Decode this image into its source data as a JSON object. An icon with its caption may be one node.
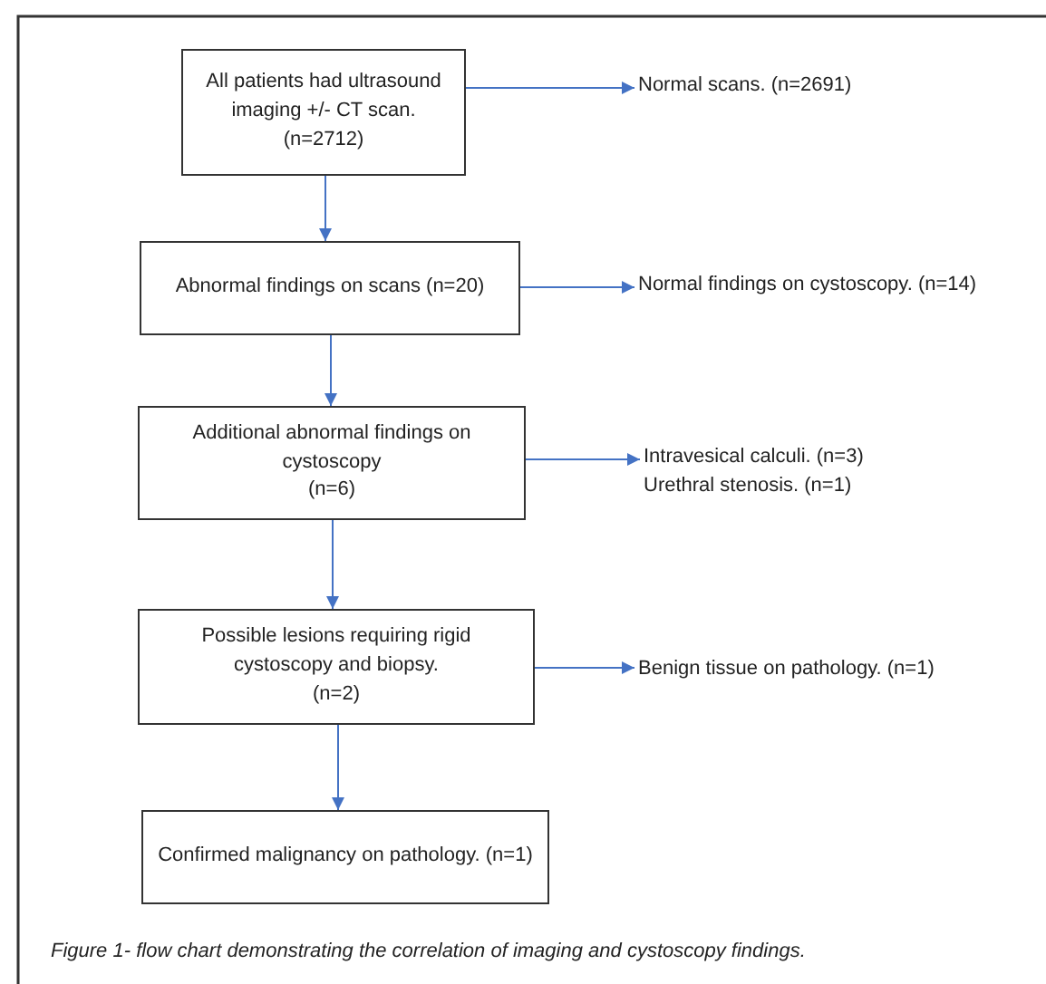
{
  "diagram": {
    "caption": "Figure 1- flow chart demonstrating the correlation of imaging and cystoscopy findings.",
    "nodes": [
      {
        "text": [
          "All patients had ultrasound imaging +/- CT scan. (n=2712)"
        ]
      },
      {
        "text": [
          "Abnormal findings on scans (n=20)"
        ]
      },
      {
        "text": [
          "Additional abnormal findings on cystoscopy",
          "(n=6)"
        ]
      },
      {
        "text": [
          "Possible lesions requiring rigid cystoscopy and biopsy.",
          "(n=2)"
        ]
      },
      {
        "text": [
          "Confirmed malignancy on pathology.  (n=1)"
        ]
      },
      {
        "text": [
          "Normal scans. (n=2691)"
        ]
      },
      {
        "text": [
          "Normal findings on cystoscopy. (n=14)"
        ]
      },
      {
        "text": [
          "Intravesical calculi. (n=3)",
          "Urethral stenosis. (n=1)"
        ]
      },
      {
        "text": [
          "Benign tissue on pathology. (n=1)"
        ]
      }
    ],
    "edges": [
      {
        "from": 0,
        "to": 1,
        "arrow": "to"
      },
      {
        "from": 1,
        "to": 2,
        "arrow": "to"
      },
      {
        "from": 2,
        "to": 3,
        "arrow": "to"
      },
      {
        "from": 3,
        "to": 4,
        "arrow": "to"
      },
      {
        "from": 0,
        "to": 5,
        "arrow": "to"
      },
      {
        "from": 1,
        "to": 6,
        "arrow": "to"
      },
      {
        "from": 2,
        "to": 7,
        "arrow": "to"
      },
      {
        "from": 3,
        "to": 8,
        "arrow": "to"
      }
    ]
  }
}
